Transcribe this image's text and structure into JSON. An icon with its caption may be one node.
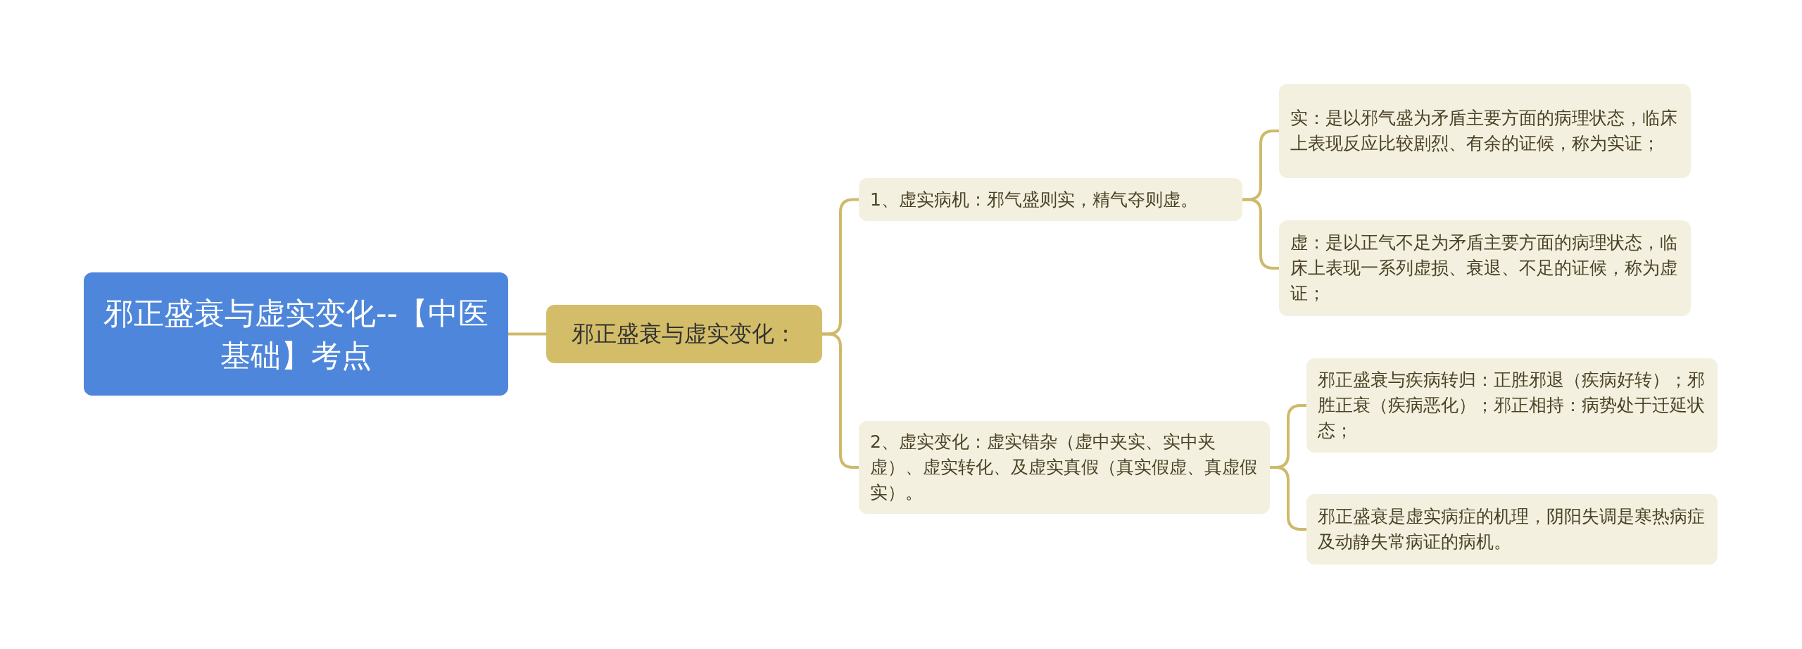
{
  "diagram": {
    "nodes": [
      {
        "text": [
          "邪正盛衰与虚实变化--【中医基础】考点"
        ]
      },
      {
        "text": [
          "邪正盛衰与虚实变化："
        ]
      },
      {
        "text": [
          "1、虚实病机：邪气盛则实，精气夺则虚。"
        ]
      },
      {
        "text": [
          "实：是以邪气盛为矛盾主要方面的病理状态，临床上表现反应比较剧烈、有余的证候，称为实证；"
        ]
      },
      {
        "text": [
          "虚：是以正气不足为矛盾主要方面的病理状态，临床上表现一系列虚损、衰退、不足的证候，称为虚证；"
        ]
      },
      {
        "text": [
          "2、虚实变化：虚实错杂（虚中夹实、实中夹虚）、虚实转化、及虚实真假（真实假虚、真虚假实）。"
        ]
      },
      {
        "text": [
          "邪正盛衰与疾病转归：正胜邪退（疾病好转）；邪胜正衰（疾病恶化）；邪正相持：病势处于迁延状态；"
        ]
      },
      {
        "text": [
          "邪正盛衰是虚实病症的机理，阴阳失调是寒热病症及动静失常病证的病机。"
        ]
      }
    ],
    "edges": [
      {
        "from": 0,
        "to": 1,
        "arrow": "none"
      },
      {
        "from": 1,
        "to": 2,
        "arrow": "none"
      },
      {
        "from": 1,
        "to": 5,
        "arrow": "none"
      },
      {
        "from": 2,
        "to": 3,
        "arrow": "none"
      },
      {
        "from": 2,
        "to": 4,
        "arrow": "none"
      },
      {
        "from": 5,
        "to": 6,
        "arrow": "none"
      },
      {
        "from": 5,
        "to": 7,
        "arrow": "none"
      }
    ]
  }
}
